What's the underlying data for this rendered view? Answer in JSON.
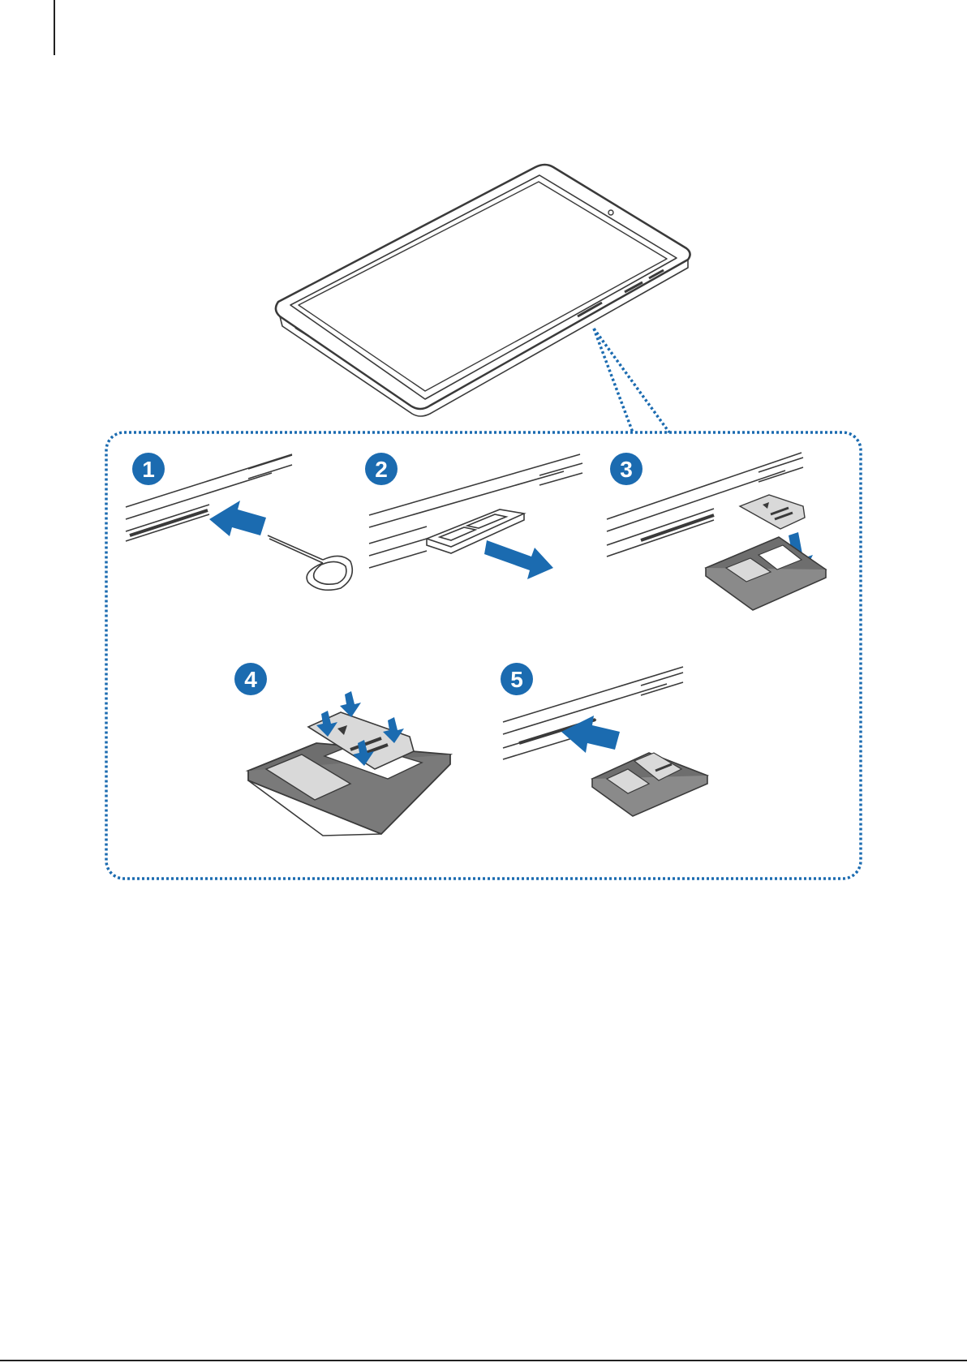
{
  "colors": {
    "accent": "#1b6bb0",
    "line": "#3a3a3a",
    "tray": "#6e6e6e",
    "card": "#d9d9d9"
  },
  "steps": [
    {
      "number": "1"
    },
    {
      "number": "2"
    },
    {
      "number": "3"
    },
    {
      "number": "4"
    },
    {
      "number": "5"
    }
  ]
}
